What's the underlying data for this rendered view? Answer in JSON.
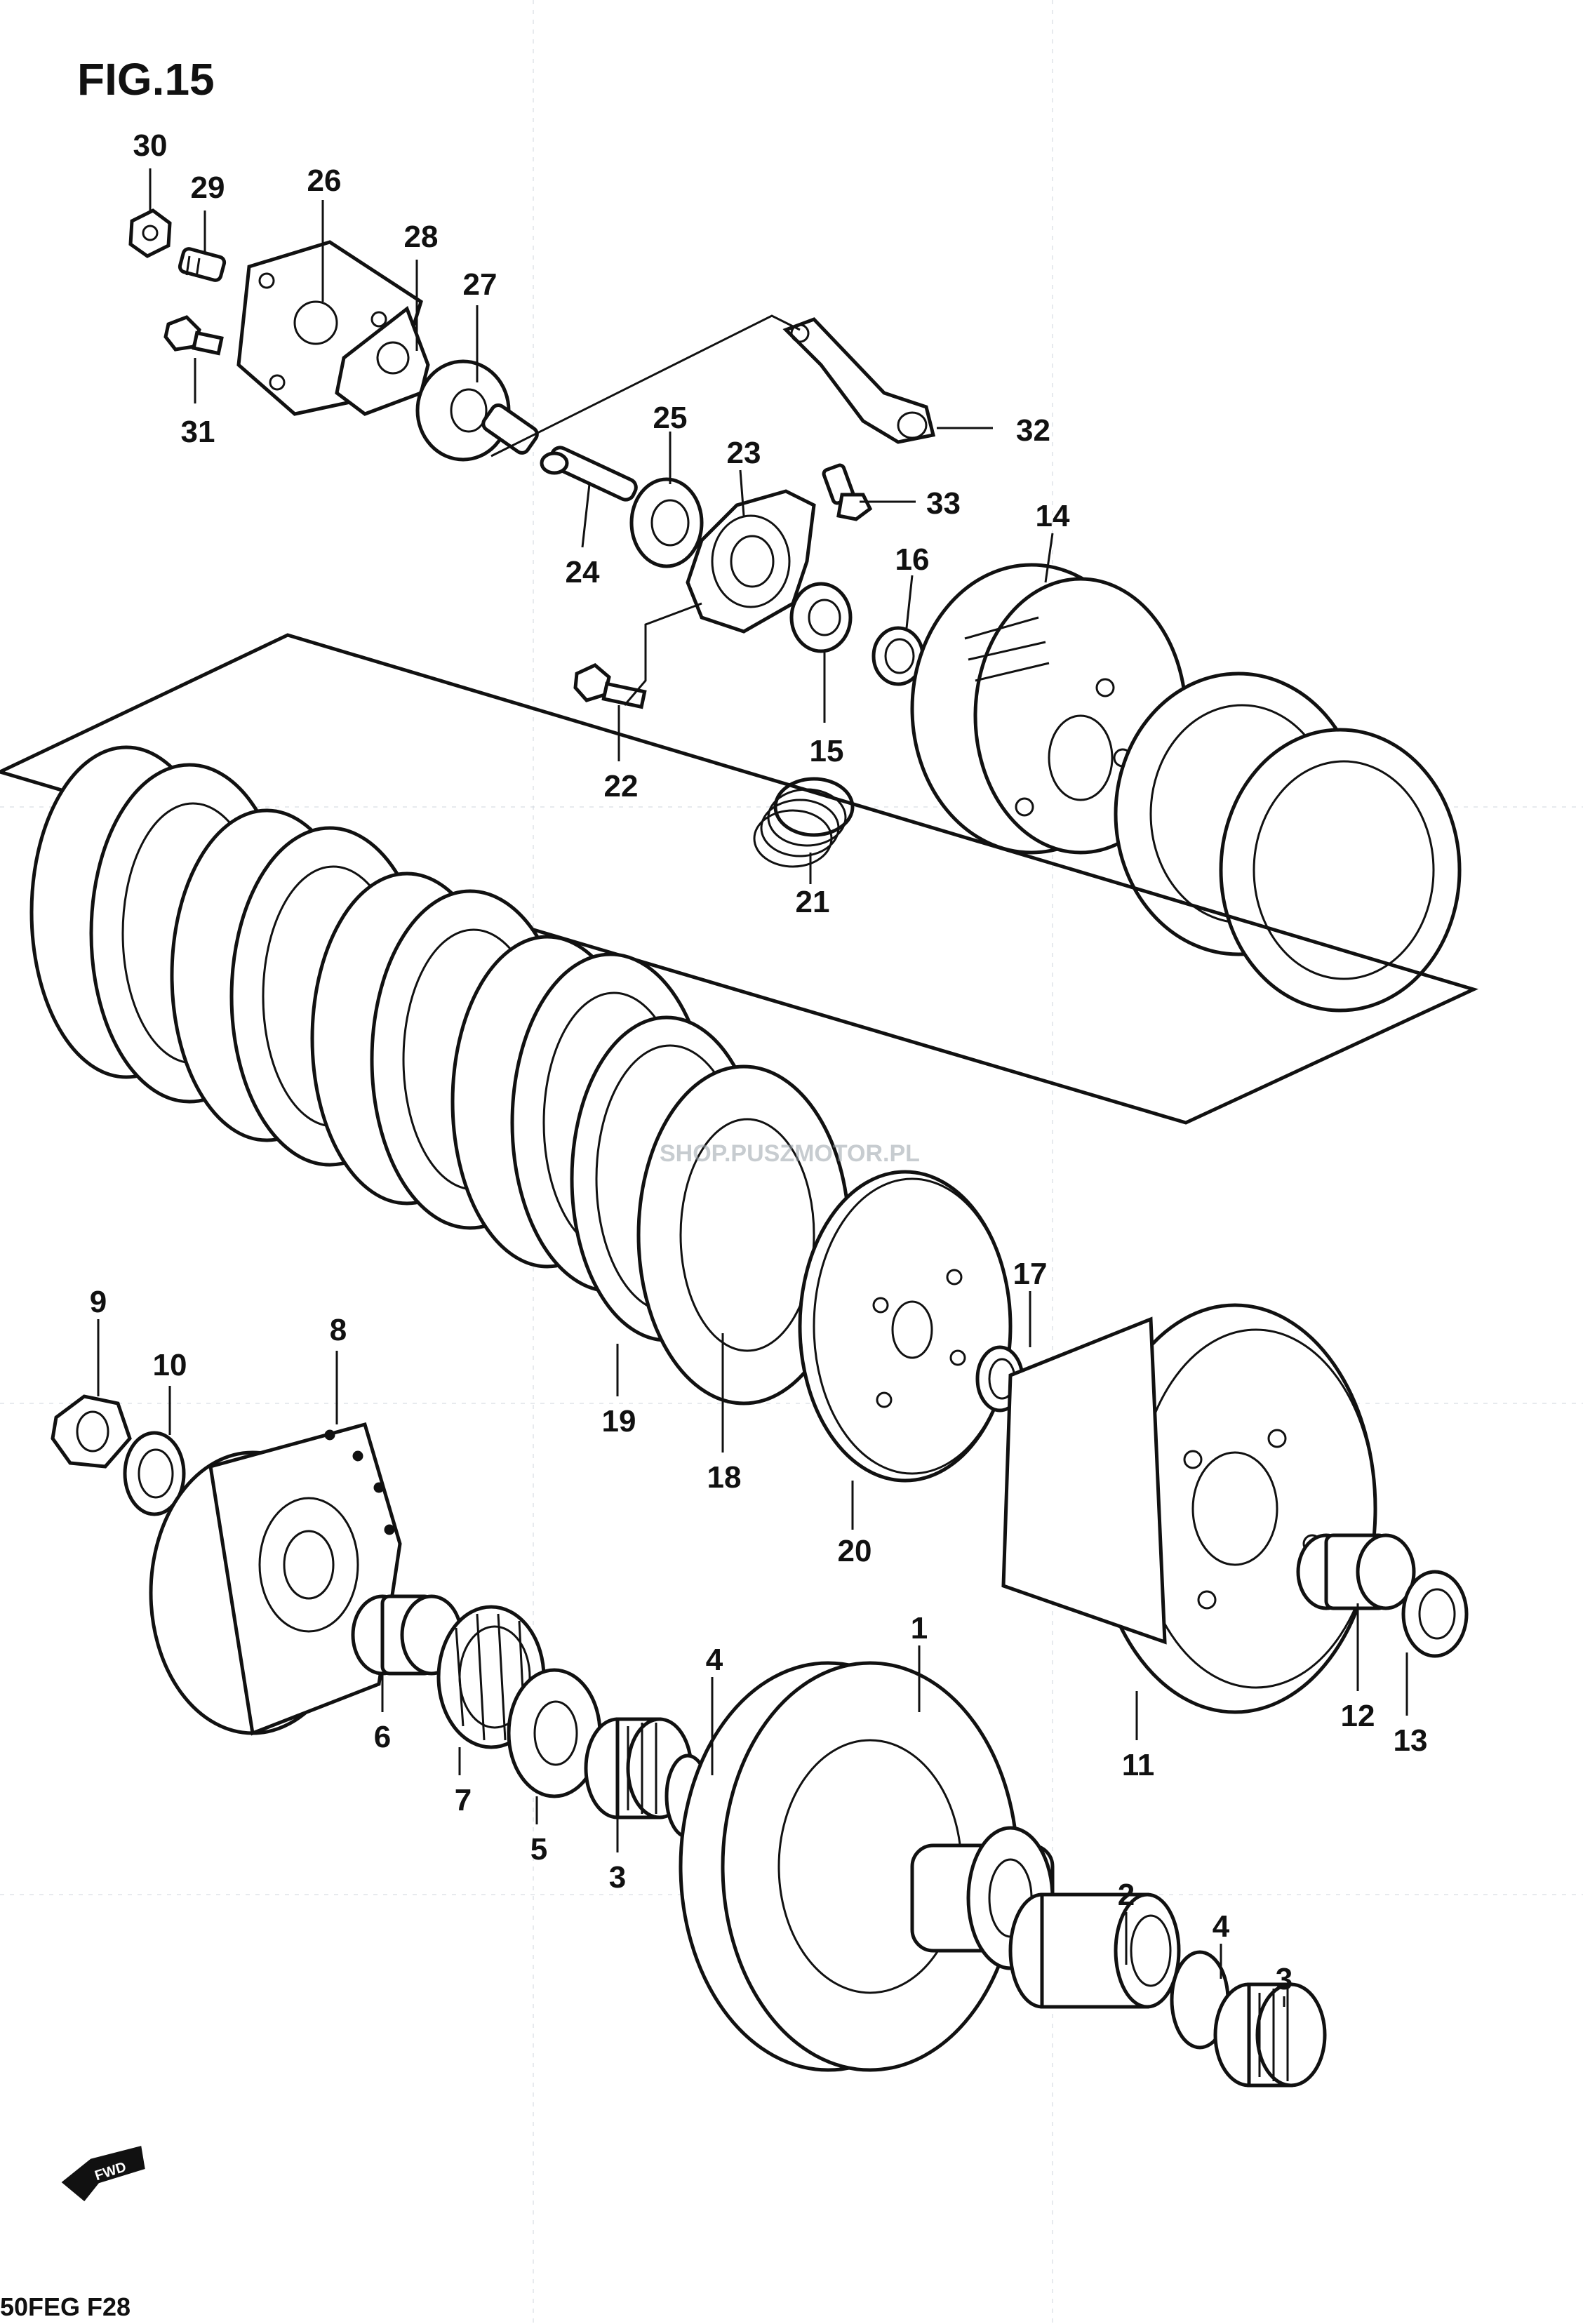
{
  "figure": {
    "title": "FIG.15",
    "footer_code": "50FEG F28",
    "watermark": "SHOP.PUSZMOTOR.PL",
    "forward_arrow_label": "FWD"
  },
  "callouts": {
    "c1": "1",
    "c2": "2",
    "c3a": "3",
    "c3b": "3",
    "c4a": "4",
    "c4b": "4",
    "c5": "5",
    "c6": "6",
    "c7": "7",
    "c8": "8",
    "c9": "9",
    "c10": "10",
    "c11": "11",
    "c12": "12",
    "c13": "13",
    "c14": "14",
    "c15": "15",
    "c16": "16",
    "c17": "17",
    "c18": "18",
    "c19": "19",
    "c20": "20",
    "c21": "21",
    "c22": "22",
    "c23": "23",
    "c24": "24",
    "c25": "25",
    "c26": "26",
    "c27": "27",
    "c28": "28",
    "c29": "29",
    "c30": "30",
    "c31": "31",
    "c32": "32",
    "c33": "33"
  }
}
